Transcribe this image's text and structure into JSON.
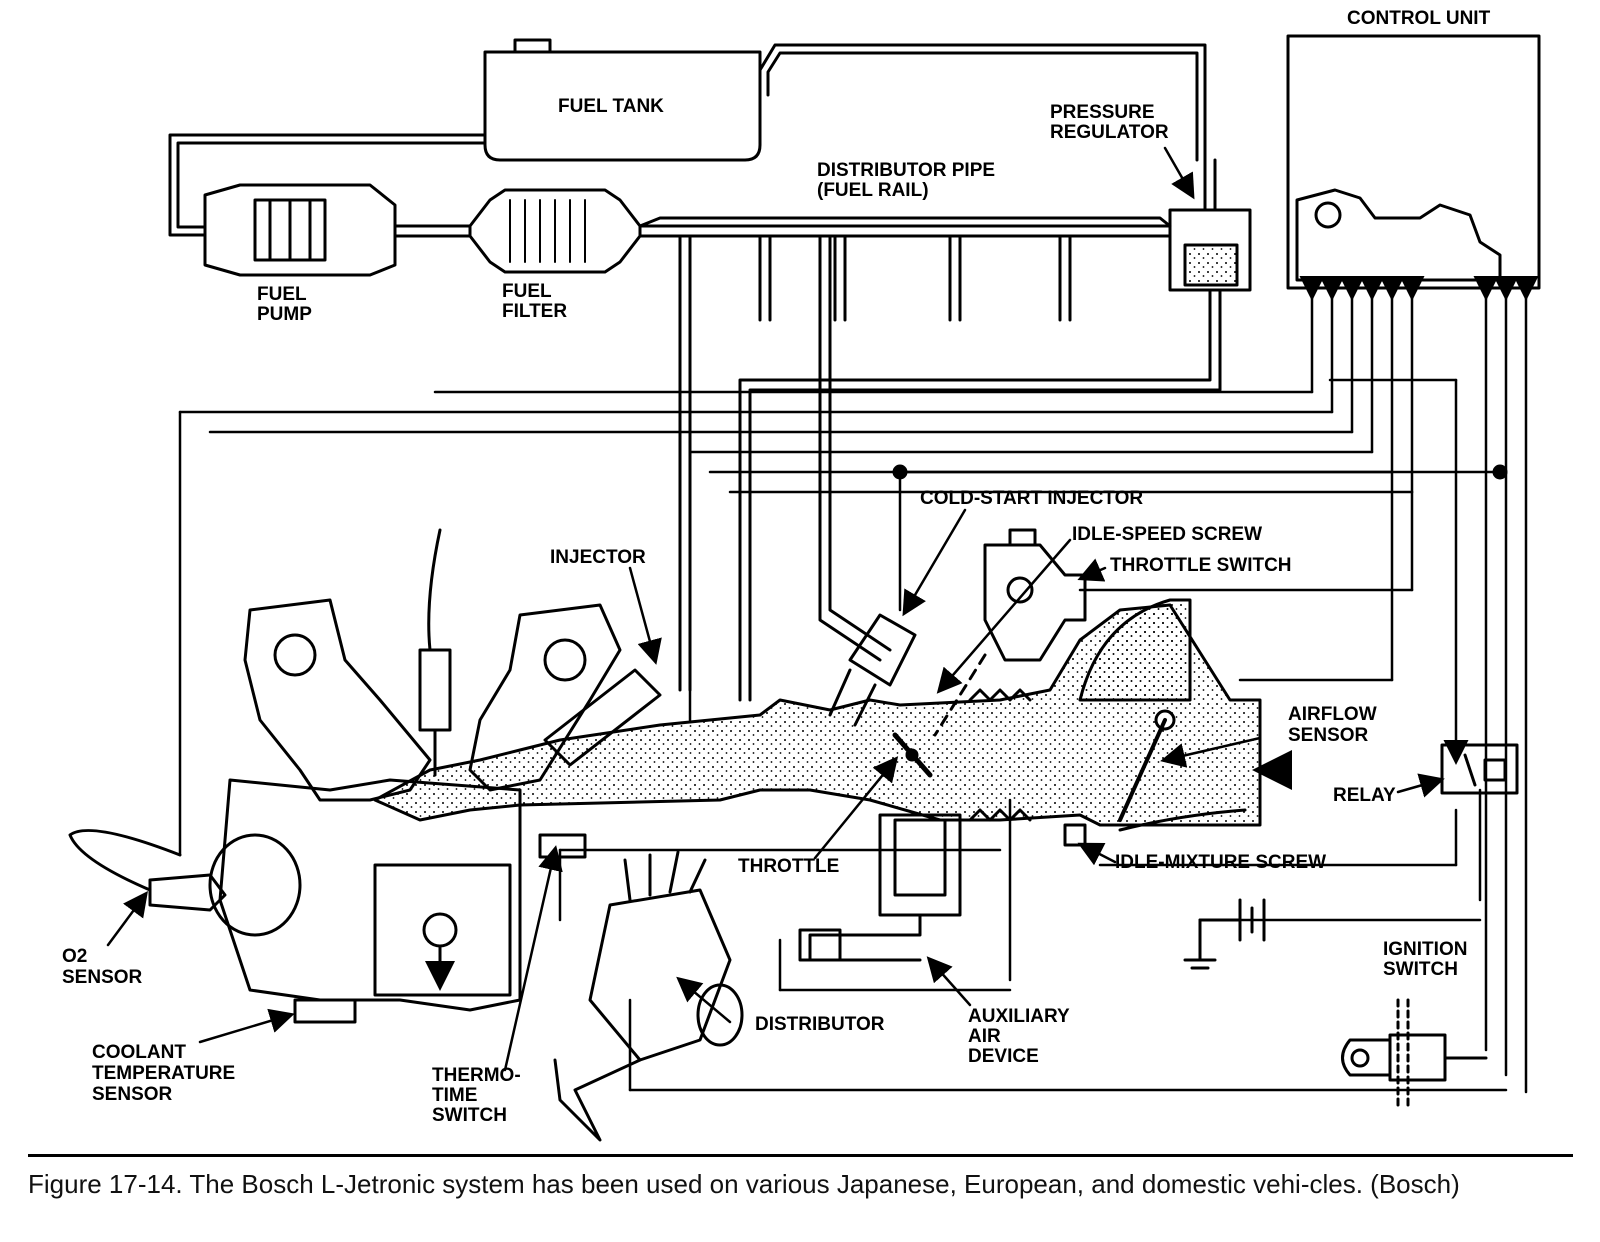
{
  "labels": {
    "control_unit": "CONTROL UNIT",
    "fuel_tank": "FUEL TANK",
    "pressure_regulator": [
      "PRESSURE",
      "REGULATOR"
    ],
    "distributor_pipe": [
      "DISTRIBUTOR PIPE",
      "(FUEL RAIL)"
    ],
    "fuel_pump": [
      "FUEL",
      "PUMP"
    ],
    "fuel_filter": [
      "FUEL",
      "FILTER"
    ],
    "cold_start_injector": "COLD-START INJECTOR",
    "idle_speed_screw": "IDLE-SPEED SCREW",
    "throttle_switch": "THROTTLE SWITCH",
    "injector": "INJECTOR",
    "airflow_sensor": [
      "AIRFLOW",
      "SENSOR"
    ],
    "relay": "RELAY",
    "idle_mixture_screw": "IDLE-MIXTURE SCREW",
    "throttle": "THROTTLE",
    "o2_sensor": [
      "O2",
      "SENSOR"
    ],
    "ignition_switch": [
      "IGNITION",
      "SWITCH"
    ],
    "distributor": "DISTRIBUTOR",
    "auxiliary_air_device": [
      "AUXILIARY",
      "AIR",
      "DEVICE"
    ],
    "coolant_temperature_sensor": [
      "COOLANT",
      "TEMPERATURE",
      "SENSOR"
    ],
    "thermo_time_switch": [
      "THERMO-",
      "TIME",
      "SWITCH"
    ]
  },
  "caption": "Figure 17-14. The Bosch L-Jetronic system has been used on various Japanese, European, and domestic vehi-cles. (Bosch)"
}
